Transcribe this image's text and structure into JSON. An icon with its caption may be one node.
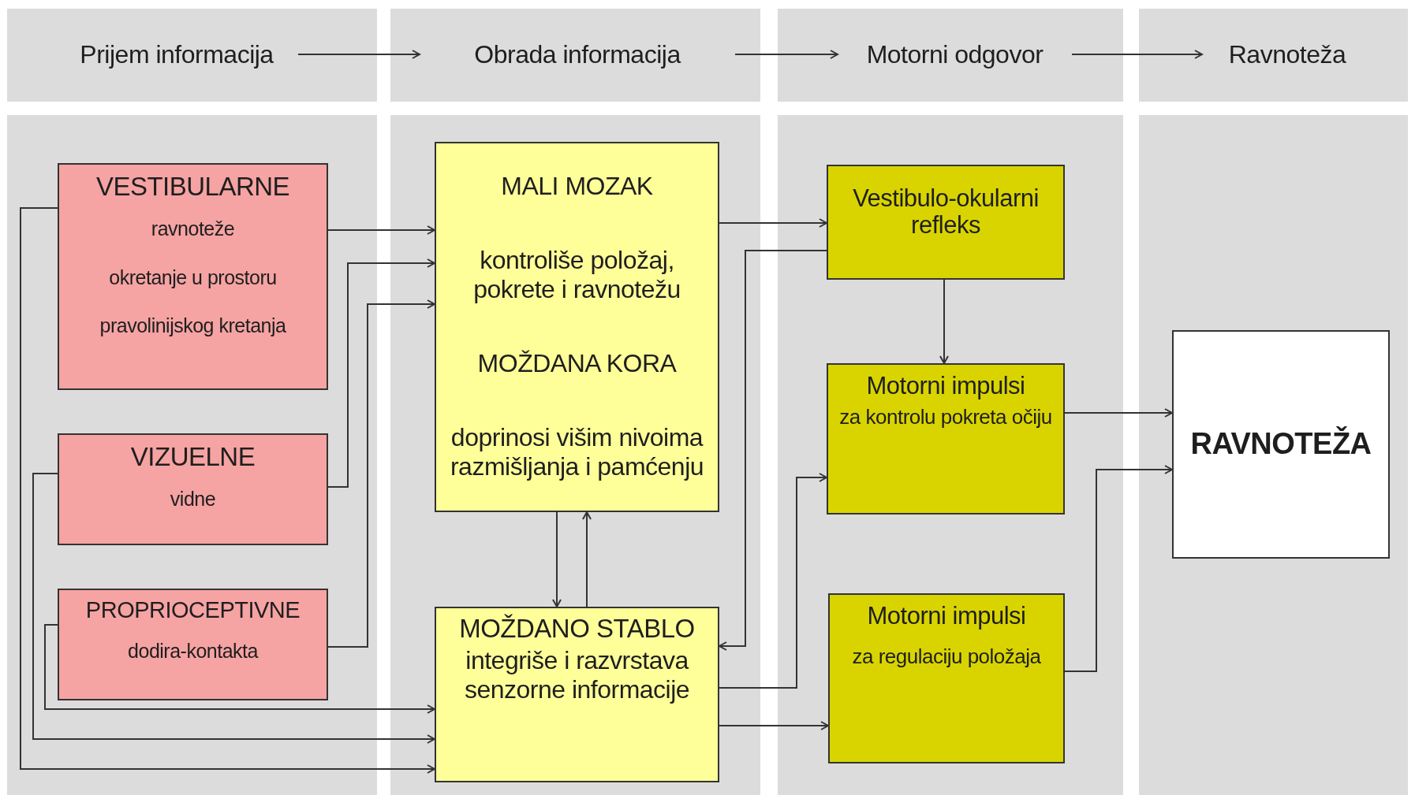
{
  "diagram": {
    "nodes": [
      {
        "text": [
          "Prijem informacija"
        ]
      },
      {
        "text": [
          "Obrada informacija"
        ]
      },
      {
        "text": [
          "Motorni odgovor"
        ]
      },
      {
        "text": [
          "Ravnoteža"
        ]
      },
      {
        "text": [
          "VESTIBULARNE",
          "ravnoteže",
          "okretanje u prostoru",
          "pravolinijskog kretanja"
        ]
      },
      {
        "text": [
          "MALI MOZAK",
          "kontroliše položaj, pokrete i ravnotežu",
          "MOŽDANA KORA",
          "doprinosi višim nivoima razmišljanja i pamćenju"
        ]
      },
      {
        "text": [
          "Vestibulo-okularni refleks"
        ]
      },
      {
        "text": [
          "VIZUELNE",
          "vidne"
        ]
      },
      {
        "text": [
          "Motorni impulsi",
          "za kontrolu pokreta očiju"
        ]
      },
      {
        "text": [
          "RAVNOTEŽA"
        ]
      },
      {
        "text": [
          "PROPRIOCEPTIVNE",
          "dodira-kontakta"
        ]
      },
      {
        "text": [
          "MOŽDANO STABLO",
          "integriše i razvrstava senzorne informacije"
        ]
      },
      {
        "text": [
          "Motorni impulsi",
          "za regulaciju položaja"
        ]
      }
    ],
    "edges": [
      {
        "from": 0,
        "to": 1,
        "arrow": "to"
      },
      {
        "from": 1,
        "to": 2,
        "arrow": "to"
      },
      {
        "from": 2,
        "to": 3,
        "arrow": "to"
      },
      {
        "from": 4,
        "to": 5,
        "arrow": "to"
      },
      {
        "from": 7,
        "to": 5,
        "arrow": "to"
      },
      {
        "from": 10,
        "to": 5,
        "arrow": "to"
      },
      {
        "from": 4,
        "to": 11,
        "arrow": "to"
      },
      {
        "from": 7,
        "to": 11,
        "arrow": "to"
      },
      {
        "from": 10,
        "to": 11,
        "arrow": "to"
      },
      {
        "from": 5,
        "to": 11,
        "arrow": "to"
      },
      {
        "from": 11,
        "to": 5,
        "arrow": "to"
      },
      {
        "from": 5,
        "to": 6,
        "arrow": "to"
      },
      {
        "from": 6,
        "to": 11,
        "arrow": "to"
      },
      {
        "from": 6,
        "to": 8,
        "arrow": "to"
      },
      {
        "from": 11,
        "to": 8,
        "arrow": "to"
      },
      {
        "from": 11,
        "to": 12,
        "arrow": "to"
      },
      {
        "from": 8,
        "to": 9,
        "arrow": "to"
      },
      {
        "from": 12,
        "to": 9,
        "arrow": "to"
      }
    ]
  }
}
